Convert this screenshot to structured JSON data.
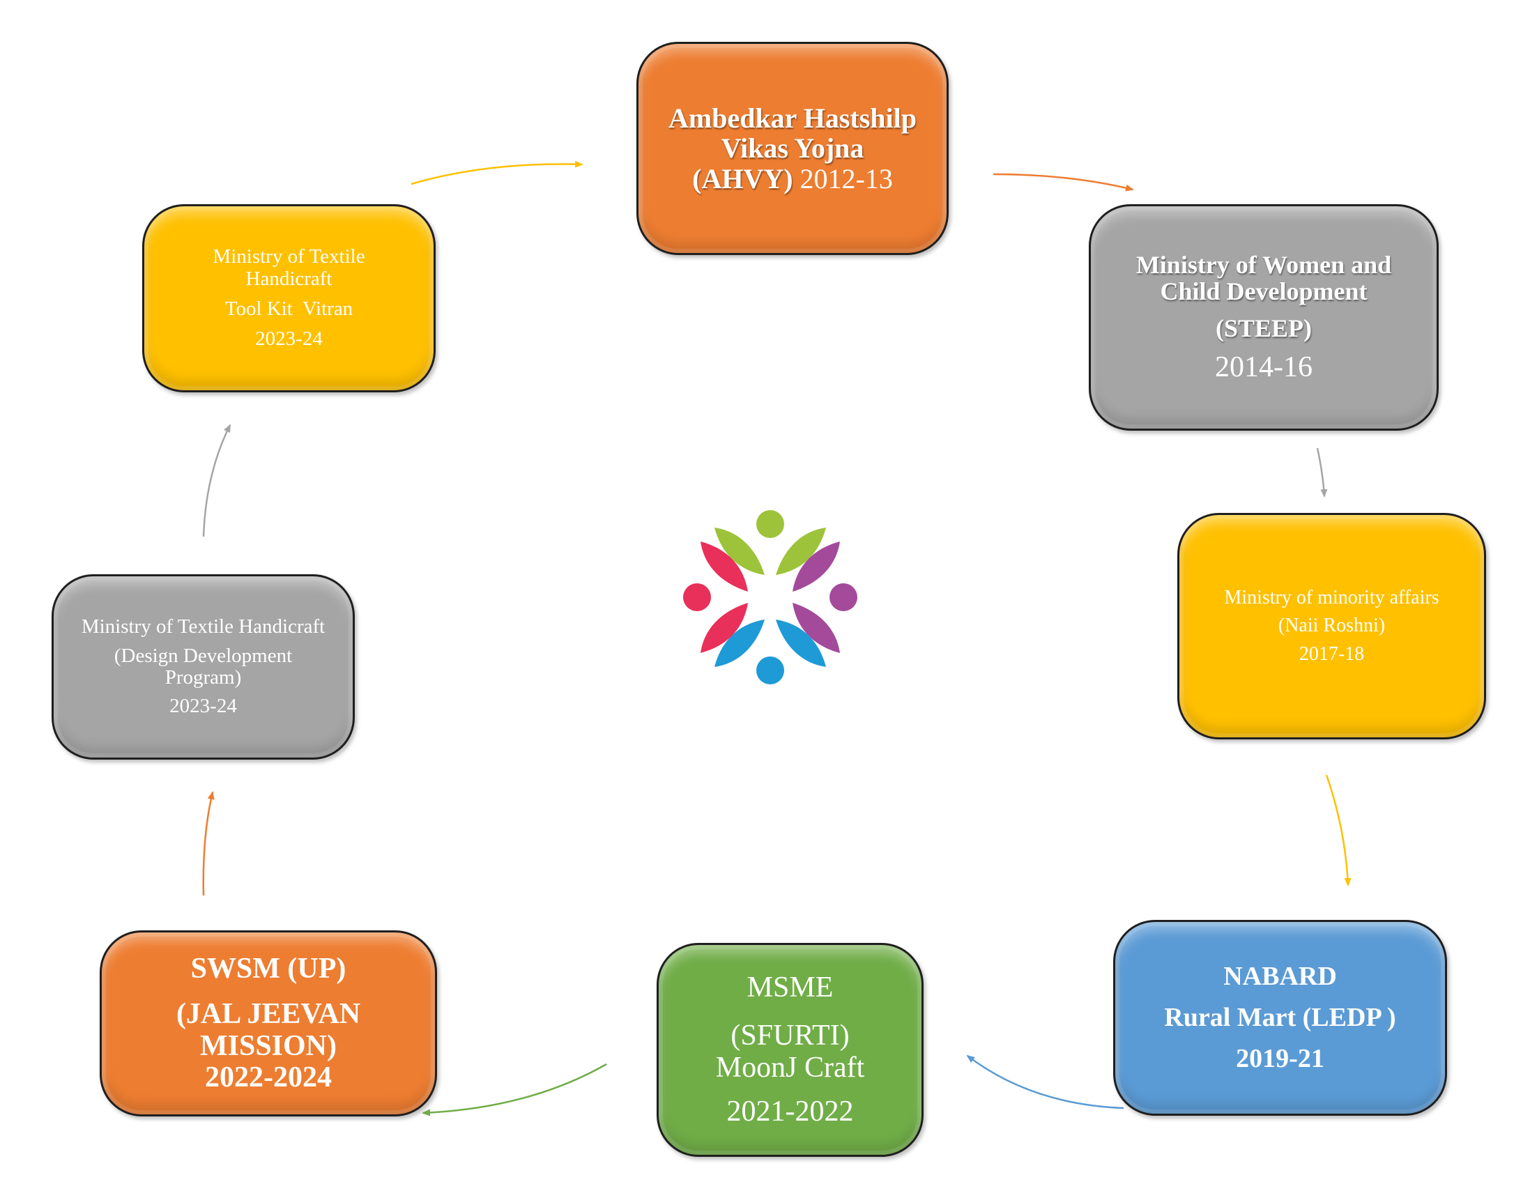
{
  "boxes": {
    "ahvy": {
      "line1": "Ambedkar Hastshilp",
      "line2": "Vikas Yojna",
      "line3a": "(AHVY)",
      "line3b": " 2012-13"
    },
    "wcd": {
      "line1": "Ministry of  Women and",
      "line2": "Child Development",
      "line3": "(STEEP)",
      "line4": "2014-16"
    },
    "naii": {
      "line1": "Ministry of minority affairs",
      "line2": "(Naii Roshni)",
      "line3": "2017-18"
    },
    "nabard": {
      "line1": "NABARD",
      "line2": "Rural Mart (LEDP )",
      "line3": "2019-21"
    },
    "msme": {
      "line1": "MSME",
      "line2": "(SFURTI)",
      "line3": "MoonJ Craft",
      "line4": "2021-2022"
    },
    "swsm": {
      "line1": "SWSM (UP)",
      "line2": "(JAL JEEVAN",
      "line3": "MISSION)",
      "line4": "2022-2024"
    },
    "ddp": {
      "line1": "Ministry of Textile Handicraft",
      "line2": "(Design Development",
      "line3": "Program)",
      "line4": "2023-24"
    },
    "toolkit": {
      "line1": "Ministry of Textile",
      "line2": "Handicraft",
      "line3": "Tool Kit  Vitran",
      "line4": "2023-24"
    }
  },
  "colors": {
    "orange": "#ed7d31",
    "grey": "#a5a5a5",
    "gold": "#ffc000",
    "blue": "#5b9bd5",
    "green": "#70ad47",
    "logo_red": "#e8305a",
    "logo_lime": "#9dc33b",
    "logo_purple": "#a34a9b",
    "logo_blue": "#1e9ad6"
  },
  "icons": {
    "center": "people-circle-logo",
    "connectors": "curved-arrow"
  }
}
